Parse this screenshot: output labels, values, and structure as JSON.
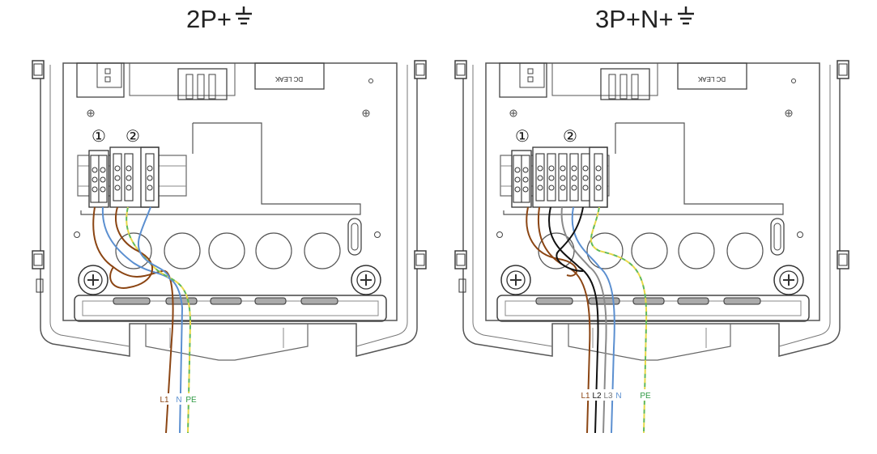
{
  "panels": [
    {
      "title": "2P+",
      "title_symbol": "ground-icon",
      "plate_label": "DC LEAK",
      "terminal_markers": [
        "①",
        "②"
      ],
      "wire_labels": [
        {
          "text": "L1",
          "color": "#8b4513"
        },
        {
          "text": "N",
          "color": "#5b8fd0"
        },
        {
          "text": "PE",
          "color": "#2e9a43"
        }
      ]
    },
    {
      "title": "3P+N+",
      "title_symbol": "ground-icon",
      "plate_label": "DC LEAK",
      "terminal_markers": [
        "①",
        "②"
      ],
      "wire_labels": [
        {
          "text": "L1",
          "color": "#8b4513"
        },
        {
          "text": "L2",
          "color": "#111111"
        },
        {
          "text": "L3",
          "color": "#777777"
        },
        {
          "text": "N",
          "color": "#5b8fd0"
        },
        {
          "text": "PE",
          "color": "#2e9a43"
        }
      ]
    }
  ],
  "colors": {
    "line": "#555555",
    "brown": "#8b4513",
    "blue": "#5b8fd0",
    "black": "#111111",
    "grey": "#8a8a8a",
    "pe_green": "#5fb85a",
    "pe_yellow": "#e8d84a"
  }
}
